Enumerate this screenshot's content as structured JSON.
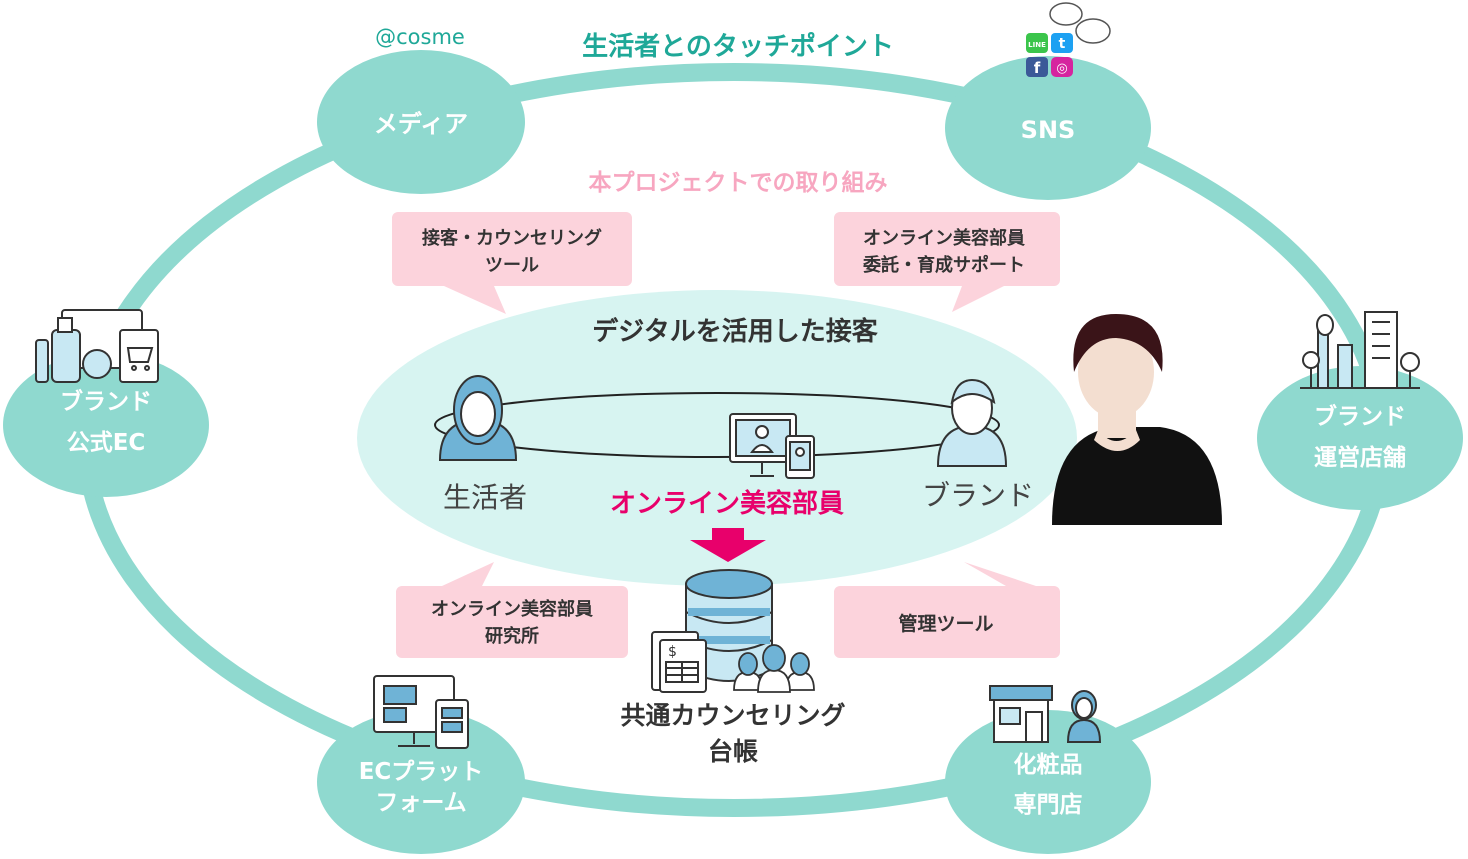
{
  "title_touchpoints": "生活者とのタッチポイント",
  "title_project": "本プロジェクトでの取り組み",
  "logo_cosme": "@cosme",
  "nodes": {
    "media": "メディア",
    "sns": "SNS",
    "brand_ec": [
      "ブランド",
      "公式EC"
    ],
    "brand_store": [
      "ブランド",
      "運営店舗"
    ],
    "ec_platform": [
      "ECプラット",
      "フォーム"
    ],
    "cosmetics_store": [
      "化粧品",
      "専門店"
    ]
  },
  "bubbles": {
    "tool": [
      "接客・カウンセリング",
      "ツール"
    ],
    "consign": [
      "オンライン美容部員",
      "委託・育成サポート"
    ],
    "lab": [
      "オンライン美容部員",
      "研究所"
    ],
    "admin": [
      "管理ツール"
    ]
  },
  "center": {
    "title": "デジタルを活用した接客",
    "consumer": "生活者",
    "brand": "ブランド",
    "beauty_advisor": "オンライン美容部員",
    "ledger": [
      "共通カウンセリング",
      "台帳"
    ]
  },
  "sns_icons": {
    "line": "LINE",
    "twitter": "t",
    "facebook": "f",
    "instagram": "◎"
  },
  "colors": {
    "teal": "#8fd9cf",
    "teal_text": "#1fa898",
    "light_teal": "#d7f4f1",
    "pink_bubble": "#fcd3dc",
    "pink_title": "#f7a6c0",
    "magenta": "#e8006b",
    "dark": "#333333",
    "icon_blue": "#6fb3d6"
  }
}
